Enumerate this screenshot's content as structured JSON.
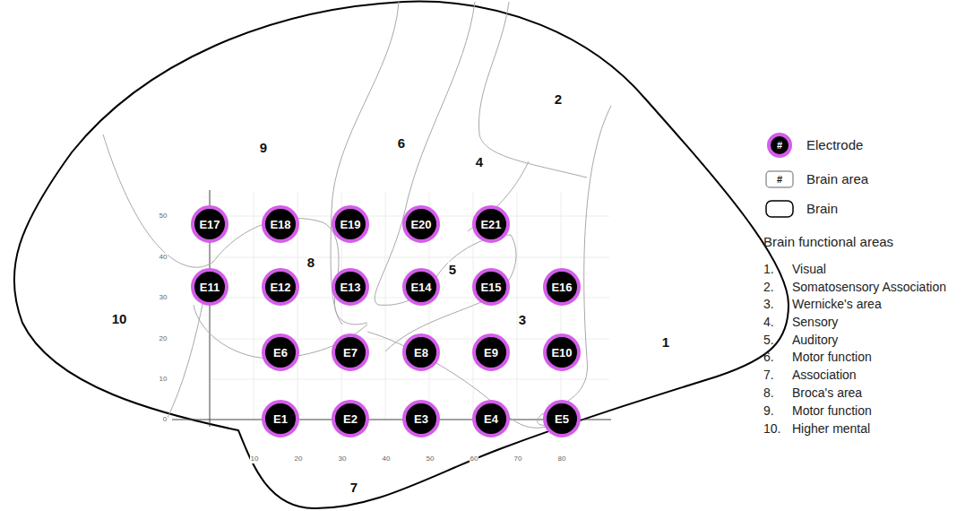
{
  "diagram": {
    "nodes": [
      {
        "text": [
          "E17"
        ]
      },
      {
        "text": [
          "E18"
        ]
      },
      {
        "text": [
          "E19"
        ]
      },
      {
        "text": [
          "E20"
        ]
      },
      {
        "text": [
          "E21"
        ]
      },
      {
        "text": [
          "E11"
        ]
      },
      {
        "text": [
          "E12"
        ]
      },
      {
        "text": [
          "E13"
        ]
      },
      {
        "text": [
          "E14"
        ]
      },
      {
        "text": [
          "E15"
        ]
      },
      {
        "text": [
          "E16"
        ]
      },
      {
        "text": [
          "E6"
        ]
      },
      {
        "text": [
          "E7"
        ]
      },
      {
        "text": [
          "E8"
        ]
      },
      {
        "text": [
          "E9"
        ]
      },
      {
        "text": [
          "E10"
        ]
      },
      {
        "text": [
          "E1"
        ]
      },
      {
        "text": [
          "E2"
        ]
      },
      {
        "text": [
          "E3"
        ]
      },
      {
        "text": [
          "E4"
        ]
      },
      {
        "text": [
          "E5"
        ]
      }
    ],
    "labels": [
      "2",
      "6",
      "9",
      "4",
      "8",
      "5",
      "10",
      "3",
      "1",
      "7",
      "50",
      "40",
      "30",
      "20",
      "10",
      "0",
      "10",
      "20",
      "30",
      "40",
      "50",
      "60",
      "70",
      "80",
      "#",
      "#",
      "Brain functional areas",
      "1.",
      "Visual",
      "2.",
      "Somatosensory Association",
      "3.",
      "Wernicke's area",
      "4.",
      "Sensory",
      "5.",
      "Auditory",
      "6.",
      "Motor function",
      "7.",
      "Association",
      "8.",
      "Broca's area",
      "9.",
      "Motor function",
      "10.",
      "Higher mental"
    ],
    "legend": [
      {
        "text": "Electrode"
      },
      {
        "text": "Brain area"
      },
      {
        "text": "Brain"
      }
    ]
  }
}
